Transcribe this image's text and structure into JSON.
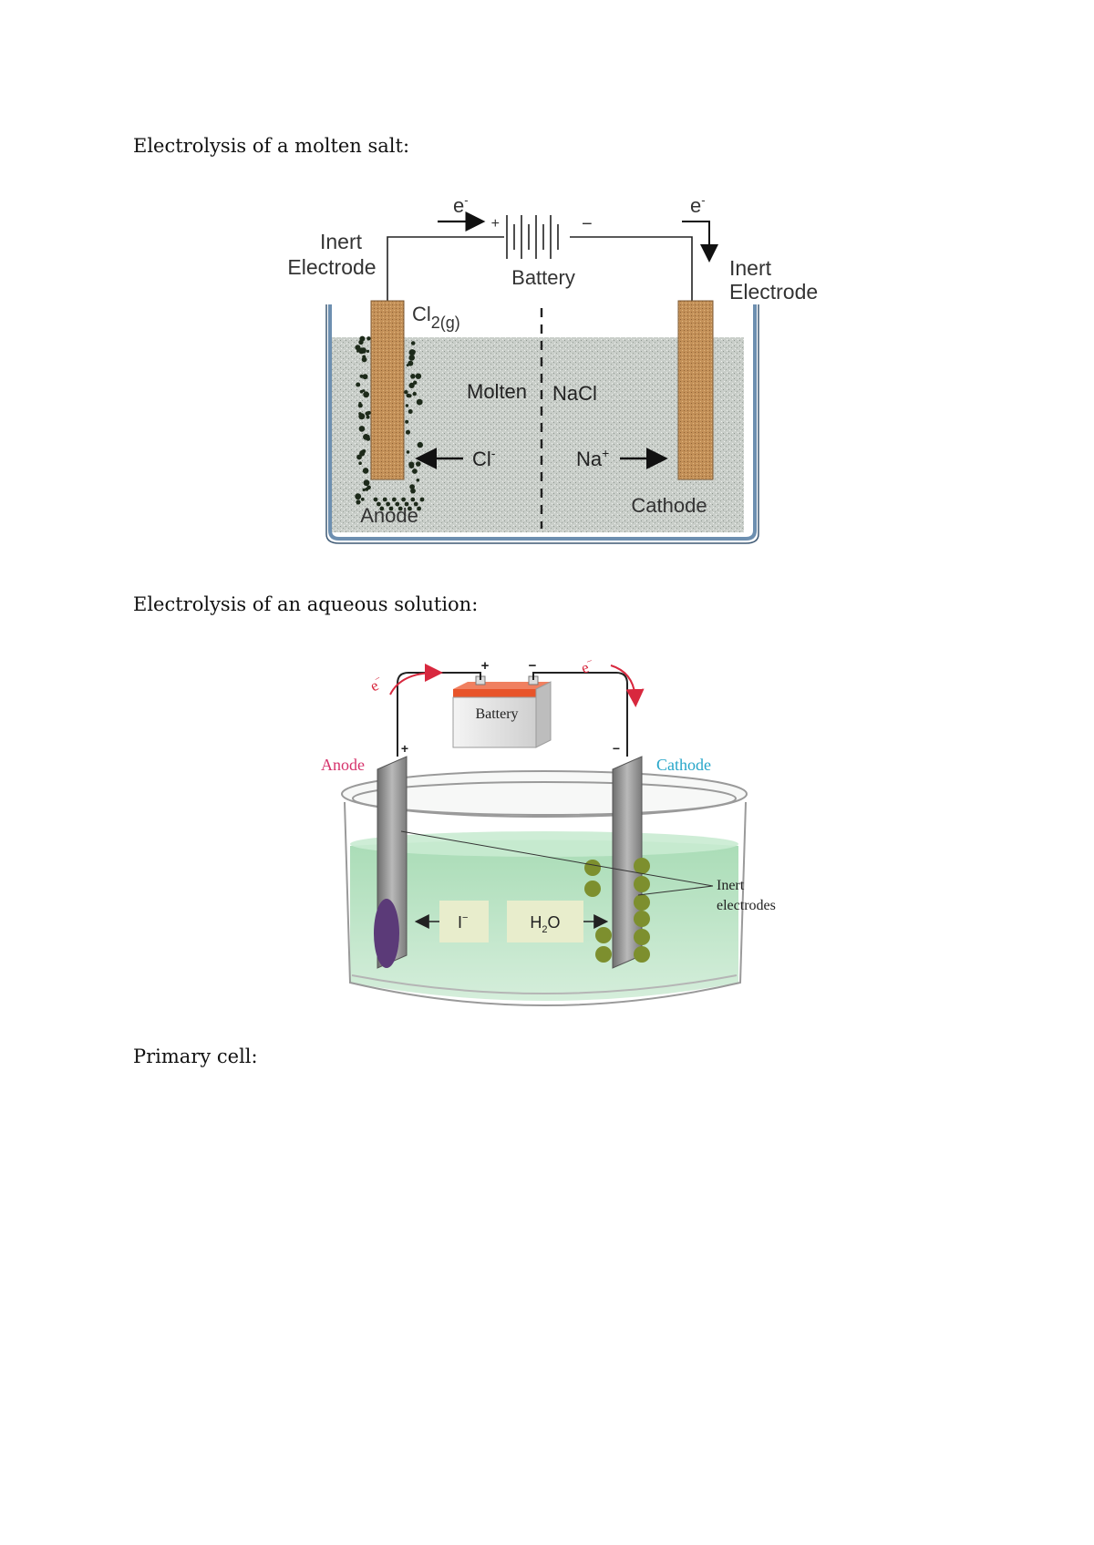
{
  "headings": {
    "molten": "Electrolysis of a molten salt:",
    "aqueous": "Electrolysis of an aqueous solution:",
    "primary": "Primary cell:"
  },
  "molten_diagram": {
    "electron_left": "e",
    "electron_right": "e",
    "electron_sup": "-",
    "battery_plus": "+",
    "battery_minus": "−",
    "battery_label": "Battery",
    "inert_left_line1": "Inert",
    "inert_left_line2": "Electrode",
    "inert_right_line1": "Inert",
    "inert_right_line2": "Electrode",
    "chlorine": "Cl",
    "chlorine_sub": "2(g)",
    "molten_word": "Molten",
    "nacl_word": "NaCl",
    "chloride_ion": "Cl",
    "chloride_sup": "-",
    "sodium_ion": "Na",
    "sodium_sup": "+",
    "anode_label": "Anode",
    "cathode_label": "Cathode"
  },
  "aqueous_diagram": {
    "battery_label": "Battery",
    "plus": "+",
    "minus": "−",
    "electron_left": "e",
    "electron_right": "e",
    "electron_sup": "−",
    "anode_label": "Anode",
    "cathode_label": "Cathode",
    "iodide": "I",
    "iodide_sup": "−",
    "water": "H",
    "water_sub": "2",
    "water_end": "O",
    "inert_line1": "Inert",
    "inert_line2": "electrodes"
  },
  "colors": {
    "text": "#111111",
    "electrode_brown": "#b8864e",
    "molten_fill": "#c9cec9",
    "container_blue": "#6d8fb0",
    "solution_green": "#bfe3c7",
    "anode_pink": "#d6336c",
    "cathode_cyan": "#27a6c9",
    "electron_red": "#d8283e",
    "iodine_purple": "#5b3a78",
    "gas_olive": "#7d8f2e"
  }
}
